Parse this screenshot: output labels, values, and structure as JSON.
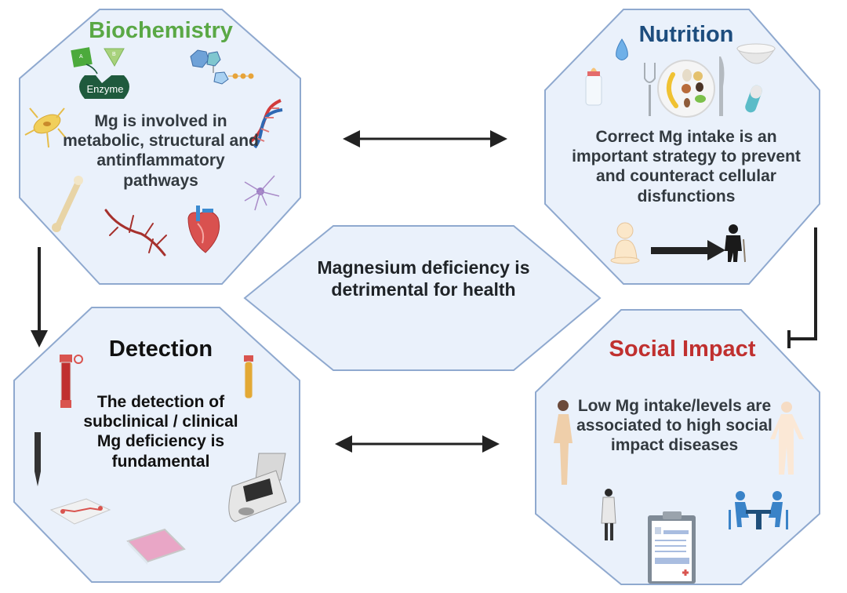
{
  "panels": {
    "biochemistry": {
      "title": "Biochemistry",
      "text": "Mg is involved in metabolic, structural and antinflammatory pathways",
      "title_color": "#5aa845",
      "icons": [
        "enzyme-icon",
        "atp-molecule-icon",
        "cell-icon",
        "dna-icon",
        "bone-icon",
        "blood-vessel-icon",
        "heart-icon",
        "neuron-icon"
      ],
      "enzyme_label": "Enzyme",
      "substrate_labels": [
        "A",
        "B"
      ]
    },
    "nutrition": {
      "title": "Nutrition",
      "text": "Correct Mg intake is an important strategy to prevent and counteract cellular disfunctions",
      "title_color": "#1d4d7e",
      "icons": [
        "water-drop-icon",
        "baby-bottle-icon",
        "fork-icon",
        "food-plate-icon",
        "knife-icon",
        "bowl-icon",
        "capsule-icon",
        "baby-icon",
        "elderly-person-icon"
      ]
    },
    "detection": {
      "title": "Detection",
      "text": "The detection of subclinical / clinical Mg deficiency is fundamental",
      "title_color": "#111111",
      "icons": [
        "blood-tube-icon",
        "serum-tube-icon",
        "electrode-icon",
        "microfluidic-chip-icon",
        "well-plate-icon",
        "analyzer-device-icon"
      ]
    },
    "social_impact": {
      "title": "Social Impact",
      "text": "Low Mg intake/levels are associated to high social impact diseases",
      "title_color": "#c0302f",
      "icons": [
        "female-body-icon",
        "male-body-icon",
        "doctor-icon",
        "clipboard-icon",
        "consultation-icon"
      ]
    },
    "center": {
      "text": "Magnesium deficiency is detrimental for health"
    }
  },
  "connectors": [
    {
      "from": "biochemistry",
      "to": "nutrition",
      "type": "bidirectional-arrow"
    },
    {
      "from": "detection",
      "to": "social_impact",
      "type": "bidirectional-arrow"
    },
    {
      "from": "biochemistry",
      "to": "detection",
      "type": "arrow"
    },
    {
      "from": "nutrition",
      "to": "social_impact",
      "type": "inhibition"
    }
  ],
  "colors": {
    "panel_fill": "#eaf1fb",
    "panel_stroke": "#8fa9cf",
    "arrow": "#222222"
  }
}
